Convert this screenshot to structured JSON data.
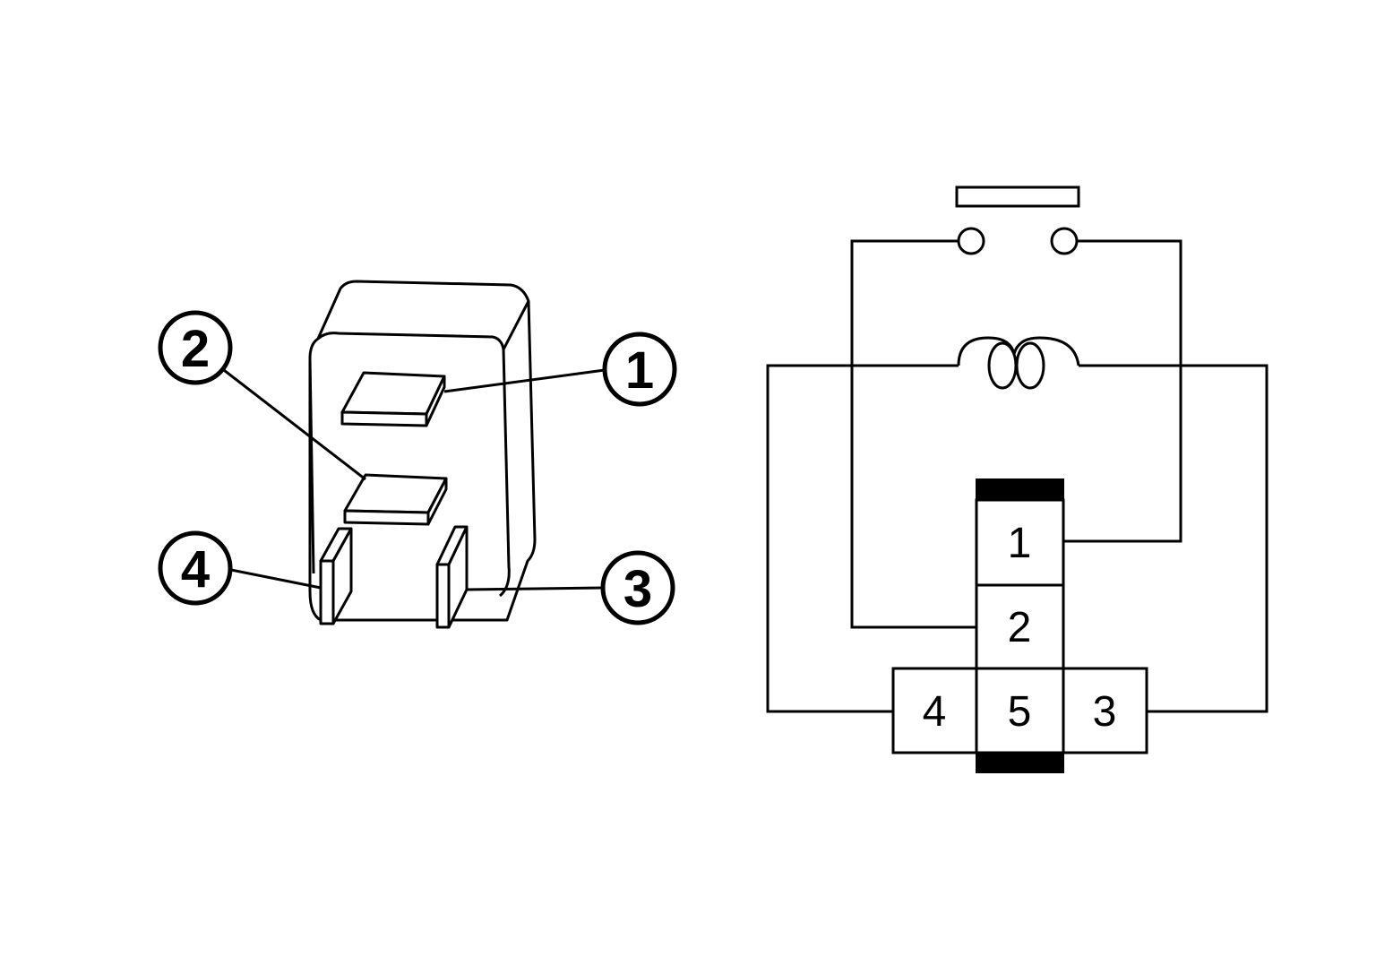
{
  "relay_pictorial": {
    "callouts": [
      {
        "id": "1",
        "label": "1"
      },
      {
        "id": "2",
        "label": "2"
      },
      {
        "id": "3",
        "label": "3"
      },
      {
        "id": "4",
        "label": "4"
      }
    ]
  },
  "schematic": {
    "terminals": [
      {
        "id": "1",
        "label": "1"
      },
      {
        "id": "2",
        "label": "2"
      },
      {
        "id": "3",
        "label": "3"
      },
      {
        "id": "4",
        "label": "4"
      },
      {
        "id": "5",
        "label": "5"
      }
    ]
  },
  "colors": {
    "line": "#000000",
    "background": "#ffffff"
  }
}
